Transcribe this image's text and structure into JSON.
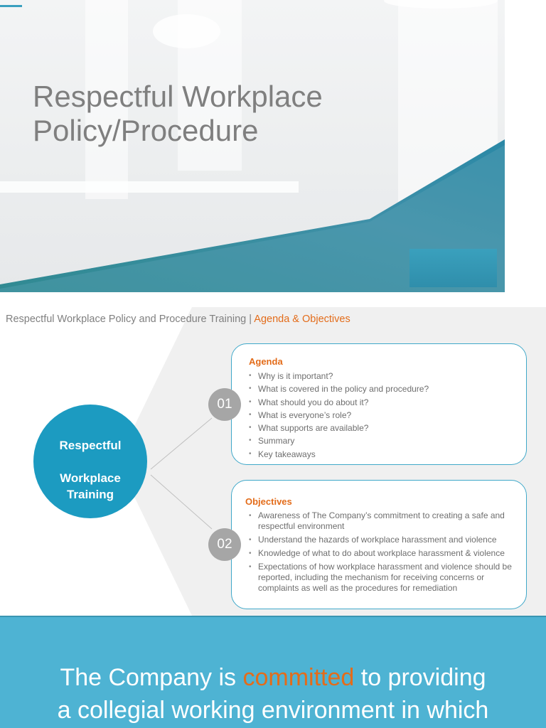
{
  "slide1": {
    "title_line1": "Respectful Workplace",
    "title_line2": "Policy/Procedure"
  },
  "slide2": {
    "header_prefix": "Respectful Workplace Policy and Procedure Training |",
    "header_highlight": "Agenda & Objectives",
    "circle": {
      "line1": "Respectful",
      "line2": "Workplace",
      "line3": "Training"
    },
    "agenda": {
      "number": "01",
      "title": "Agenda",
      "items": [
        "Why is it important?",
        "What is covered in the policy and procedure?",
        "What should you do about it?",
        "What is everyone’s role?",
        "What supports are available?",
        "Summary",
        "Key takeaways"
      ]
    },
    "objectives": {
      "number": "02",
      "title": "Objectives",
      "items": [
        "Awareness of The Company’s commitment to creating a safe and  respectful environment",
        "Understand the hazards of workplace harassment and violence",
        "Knowledge of what to do about workplace harassment & violence",
        "Expectations of how workplace harassment and violence should be reported, including the mechanism for receiving concerns or complaints as well as the procedures for remediation"
      ]
    }
  },
  "slide3": {
    "line1_before": "The Company is ",
    "line1_highlight": "committed",
    "line1_after": " to providing",
    "line2": "a  collegial working environment in which"
  },
  "colors": {
    "accent_orange": "#e36c1a",
    "primary_teal": "#1c9bc1",
    "banner_blue": "#4eb3d3",
    "number_gray": "#a6a6a6"
  }
}
